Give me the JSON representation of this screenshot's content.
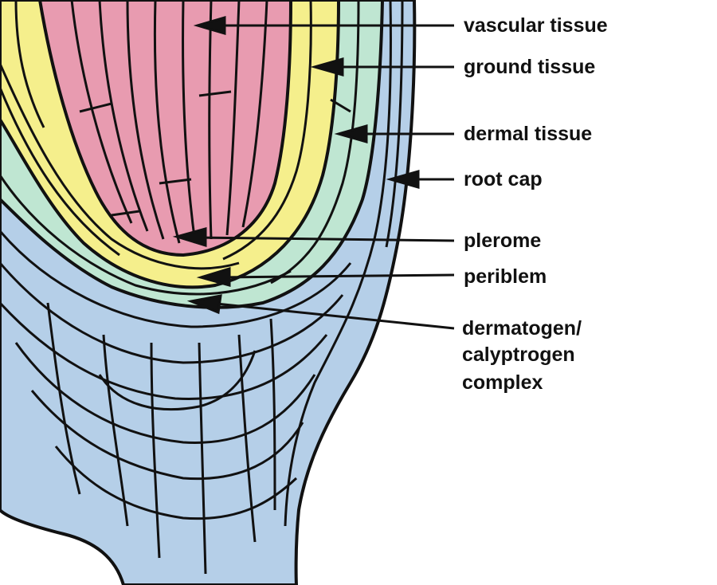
{
  "labels": {
    "vascular_tissue": "vascular tissue",
    "ground_tissue": "ground tissue",
    "dermal_tissue": "dermal tissue",
    "root_cap": "root cap",
    "plerome": "plerome",
    "periblem": "periblem",
    "dermatogen_line1": "dermatogen/",
    "dermatogen_line2": "calyptrogen",
    "dermatogen_line3": "complex"
  },
  "colors": {
    "vascular": "#e89bb0",
    "ground": "#f5ef8c",
    "dermal": "#bfe6d2",
    "root_cap": "#b5cfe8",
    "outline": "#111111",
    "arrow": "#111111"
  }
}
